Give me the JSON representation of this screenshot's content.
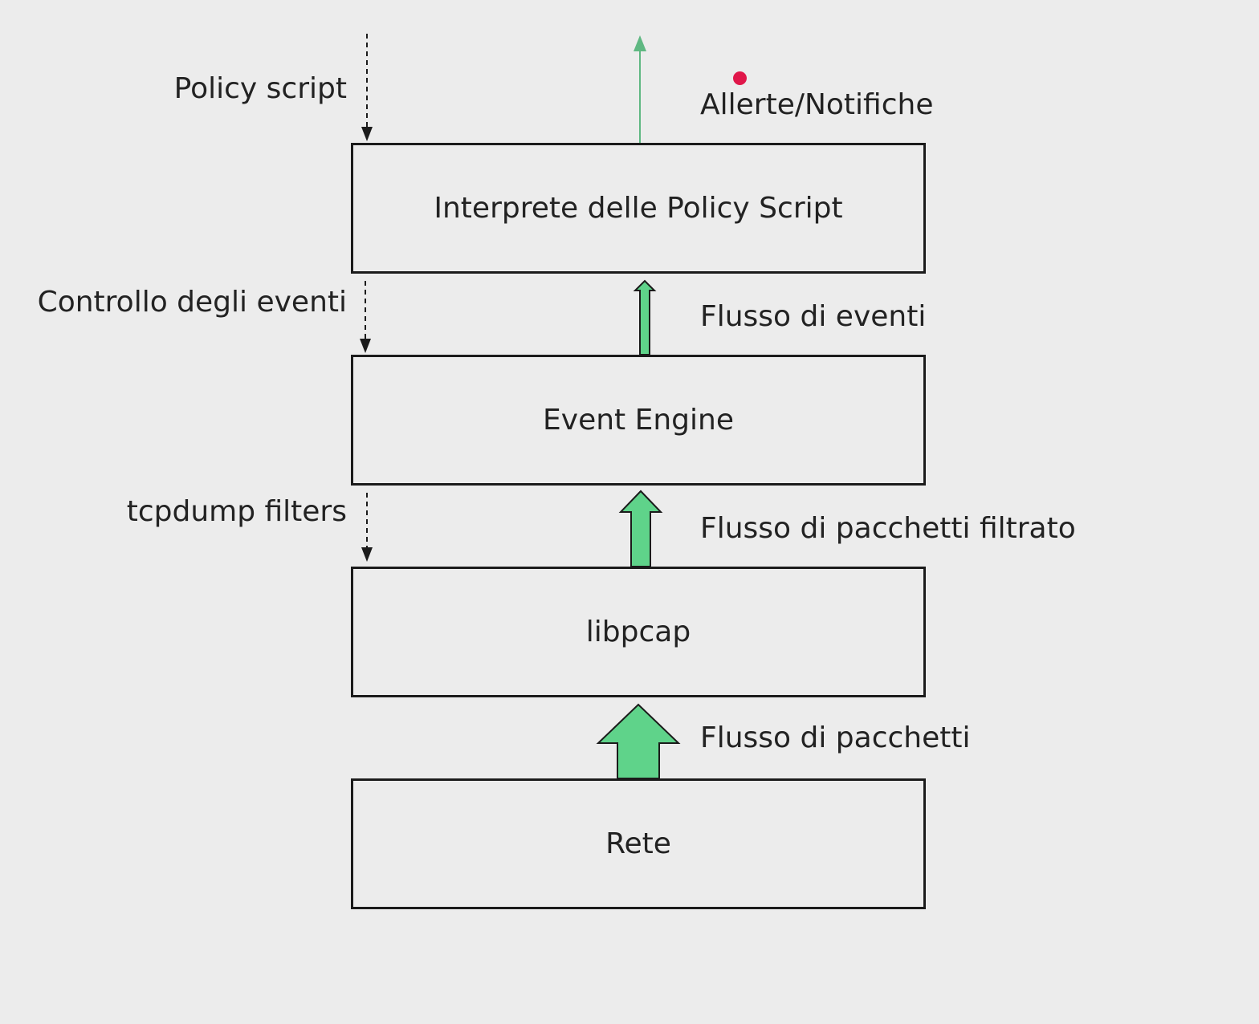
{
  "layers": {
    "interpreter": "Interprete delle Policy Script",
    "event_engine": "Event Engine",
    "libpcap": "libpcap",
    "network": "Rete"
  },
  "control_labels": {
    "policy_script": "Policy script",
    "event_control": "Controllo degli eventi",
    "tcpdump_filters": "tcpdump filters"
  },
  "flow_labels": {
    "alerts": "Allerte/Notifiche",
    "event_stream": "Flusso di eventi",
    "filtered_packets": "Flusso di pacchetti filtrato",
    "packet_stream": "Flusso di pacchetti"
  },
  "colors": {
    "flow_arrow_fill": "#5fd38a",
    "flow_arrow_stroke": "#1b1b1b",
    "alert_arrow": "#5fb882",
    "marker_dot": "#e0174a",
    "box_border": "#1b1b1b",
    "background": "#ececec"
  }
}
